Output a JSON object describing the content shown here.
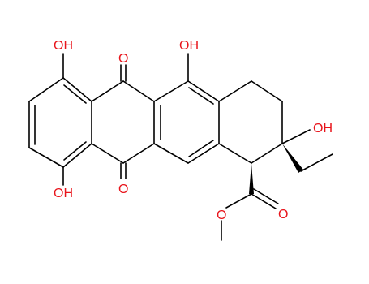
{
  "molecule": {
    "label_color": "#e8141b",
    "bond_color": "#000000",
    "atom_labels": {
      "oh_top_left": "OH",
      "o_top_quinone": "O",
      "oh_top_mid": "OH",
      "oh_ring_c9": "OH",
      "oh_bottom_left": "OH",
      "o_bottom_quinone": "O",
      "o_ester_single": "O",
      "o_ester_double": "O"
    }
  }
}
